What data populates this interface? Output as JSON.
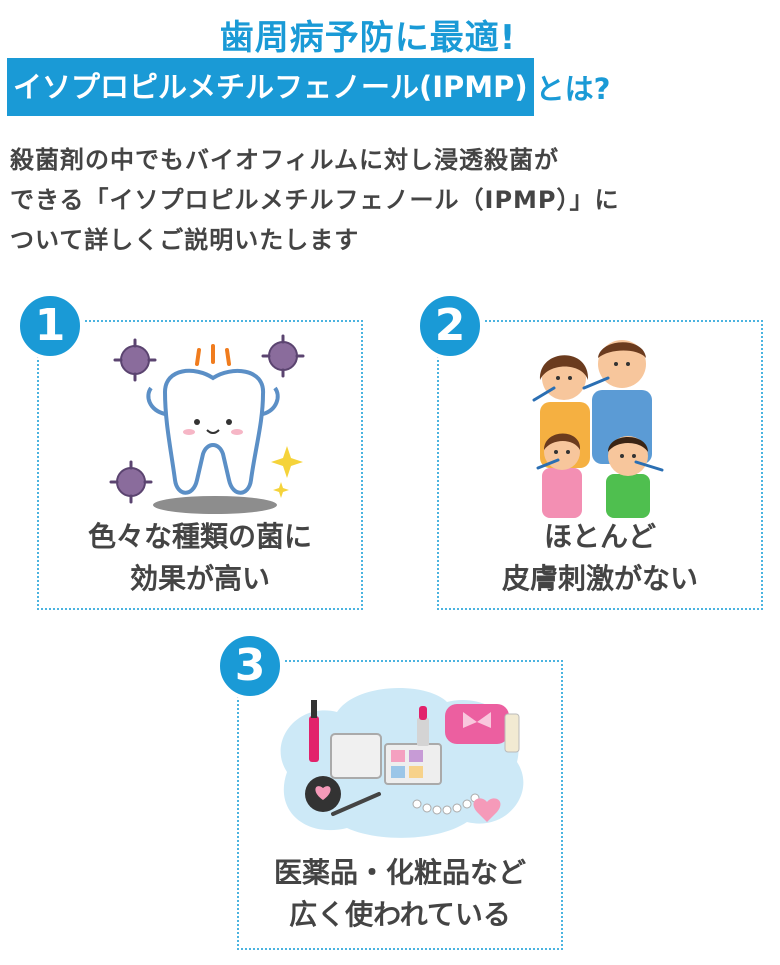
{
  "header": {
    "line1": "歯周病予防に最適!",
    "line2_highlight": "イソプロピルメチルフェノール(IPMP)",
    "line2_rest": "とは?"
  },
  "intro": {
    "lines": [
      "殺菌剤の中でもバイオフィルムに対し浸透殺菌が",
      "できる「イソプロピルメチルフェノール（IPMP）」に",
      "ついて詳しくご説明いたします"
    ]
  },
  "features": [
    {
      "number": "1",
      "caption": [
        "色々な種類の菌に",
        "効果が高い"
      ],
      "icon": "tooth-vs-germs-icon"
    },
    {
      "number": "2",
      "caption": [
        "ほとんど",
        "皮膚刺激がない"
      ],
      "icon": "family-brushing-teeth-icon"
    },
    {
      "number": "3",
      "caption": [
        "医薬品・化粧品など",
        "広く使われている"
      ],
      "icon": "cosmetics-icon"
    }
  ],
  "colors": {
    "accent": "#1a9ad6",
    "border": "#4bb4e0",
    "text": "#444444"
  }
}
